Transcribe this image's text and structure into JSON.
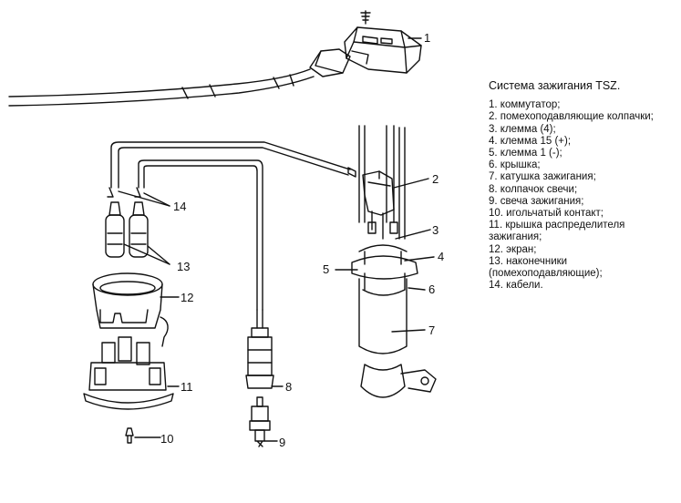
{
  "legend": {
    "title": "Система зажигания TSZ.",
    "items": [
      "1. коммутатор;",
      "2. помехоподавляющие колпачки;",
      "3. клемма (4);",
      "4. клемма 15 (+);",
      "5. клемма 1 (-);",
      "6. крышка;",
      "7. катушка зажигания;",
      "8. колпачок свечи;",
      "9. свеча зажигания;",
      "10. игольчатый контакт;",
      "11. крышка распределителя зажигания;",
      "12. экран;",
      "13. наконечники (помехоподавляющие);",
      "14. кабели."
    ]
  },
  "callouts": [
    "1",
    "2",
    "3",
    "4",
    "5",
    "6",
    "7",
    "8",
    "9",
    "10",
    "11",
    "12",
    "13",
    "14"
  ]
}
